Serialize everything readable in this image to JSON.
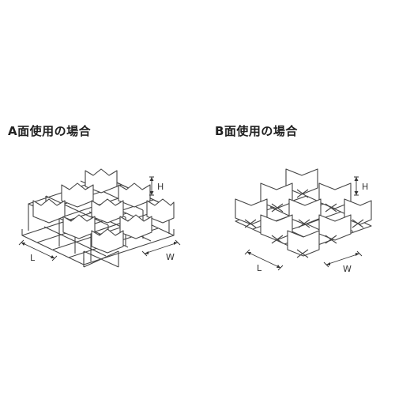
{
  "panel_a": {
    "title": "A面使用の場合",
    "label_h": "H",
    "label_l": "L",
    "label_w": "W"
  },
  "panel_b": {
    "title": "B面使用の場合",
    "label_h": "H",
    "label_l": "L",
    "label_w": "W"
  },
  "colors": {
    "line": "#444444",
    "background": "#ffffff"
  }
}
